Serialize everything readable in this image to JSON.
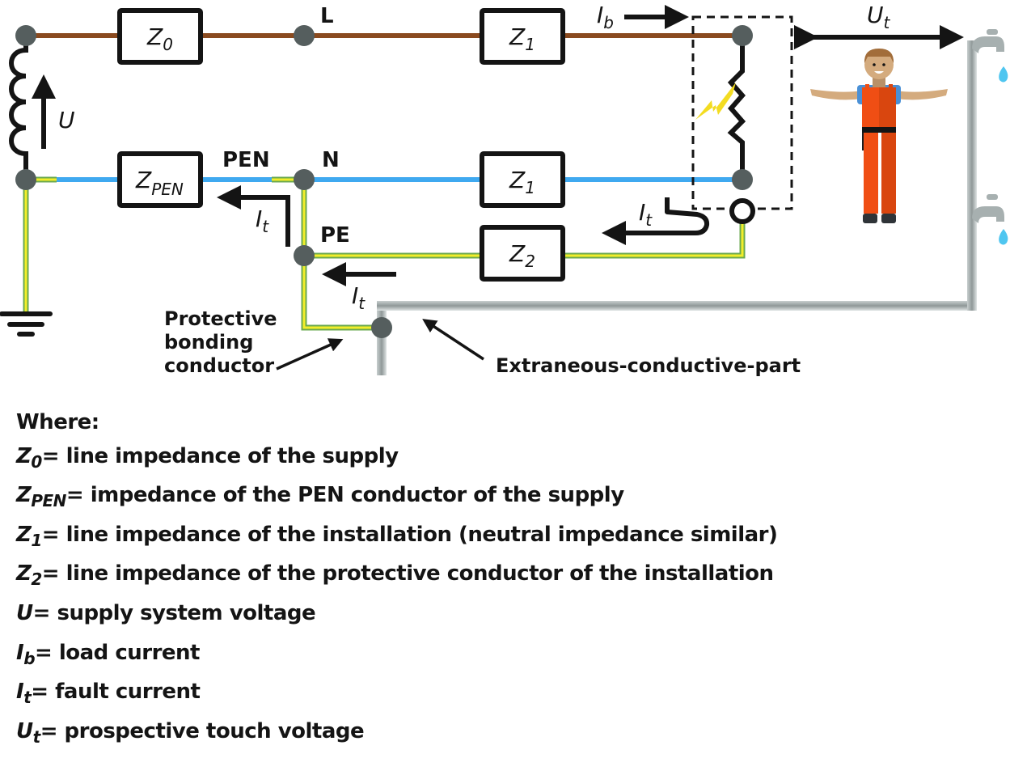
{
  "colors": {
    "line_conductor": "#8a4a1f",
    "neutral_conductor": "#3fa9f0",
    "protective_conductor_outer": "#6aa84f",
    "protective_conductor_inner": "#f2ee2a",
    "node": "#555e5e",
    "stroke": "#141414",
    "pipe": "#9aa3a3",
    "water": "#4fc6f0",
    "spark": "#f3dc21",
    "overalls": "#f04e14",
    "shirt": "#4a90d6",
    "skin": "#d4ab7e",
    "hair": "#a26d3a"
  },
  "diagram": {
    "node_labels": {
      "L": "L",
      "N": "N",
      "PEN": "PEN",
      "PE": "PE"
    },
    "impedances": {
      "z0": {
        "main": "Z",
        "sub": "0"
      },
      "zpen": {
        "main": "Z",
        "sub": "PEN"
      },
      "z1_line": {
        "main": "Z",
        "sub": "1"
      },
      "z1_neutral": {
        "main": "Z",
        "sub": "1"
      },
      "z2": {
        "main": "Z",
        "sub": "2"
      }
    },
    "quantities": {
      "U": {
        "main": "U",
        "sub": ""
      },
      "Ib": {
        "main": "I",
        "sub": "b"
      },
      "It_pen": {
        "main": "I",
        "sub": "t"
      },
      "It_pe": {
        "main": "I",
        "sub": "t"
      },
      "It_fault": {
        "main": "I",
        "sub": "t"
      },
      "Ut": {
        "main": "U",
        "sub": "t"
      }
    },
    "annotations": {
      "bonding": [
        "Protective",
        "bonding",
        "conductor"
      ],
      "extraneous": "Extraneous-conductive-part"
    }
  },
  "legend": {
    "heading": "Where:",
    "items": [
      {
        "sym": "Z",
        "sub": "0",
        "text": "= line impedance of the supply"
      },
      {
        "sym": "Z",
        "sub": "PEN",
        "text": "= impedance of the PEN conductor of the supply"
      },
      {
        "sym": "Z",
        "sub": "1",
        "text": "= line impedance of the installation (neutral impedance similar)"
      },
      {
        "sym": "Z",
        "sub": "2",
        "text": "= line impedance of the protective conductor of the installation"
      },
      {
        "sym": "U",
        "sub": "",
        "text": "= supply system voltage"
      },
      {
        "sym": "I",
        "sub": "b",
        "text": "= load current"
      },
      {
        "sym": "I",
        "sub": "t",
        "text": "= fault current"
      },
      {
        "sym": "U",
        "sub": "t",
        "text": "= prospective touch voltage"
      }
    ]
  }
}
